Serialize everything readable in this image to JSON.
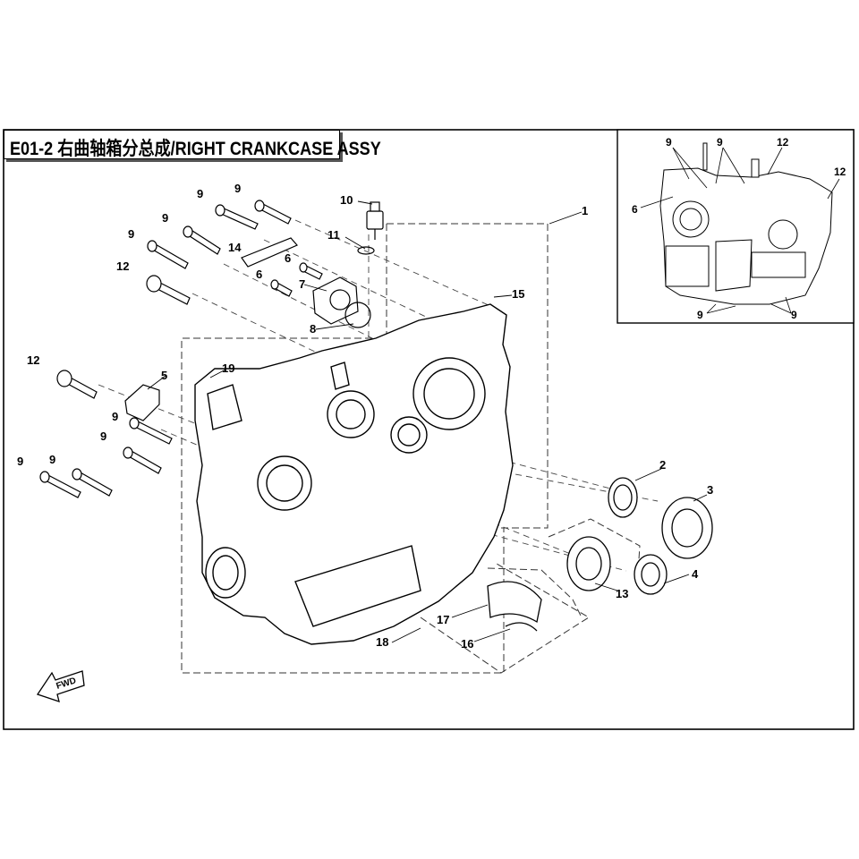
{
  "title": "E01-2 右曲轴箱分总成/RIGHT CRANKCASE ASSY",
  "fwd_label": "FWD",
  "callouts": [
    "1",
    "2",
    "3",
    "4",
    "5",
    "6",
    "6",
    "7",
    "8",
    "9",
    "9",
    "9",
    "9",
    "9",
    "9",
    "9",
    "9",
    "10",
    "11",
    "12",
    "12",
    "13",
    "14",
    "15",
    "16",
    "17",
    "18",
    "19"
  ],
  "inset_callouts": [
    "9",
    "9",
    "12",
    "12",
    "6",
    "9",
    "9"
  ]
}
